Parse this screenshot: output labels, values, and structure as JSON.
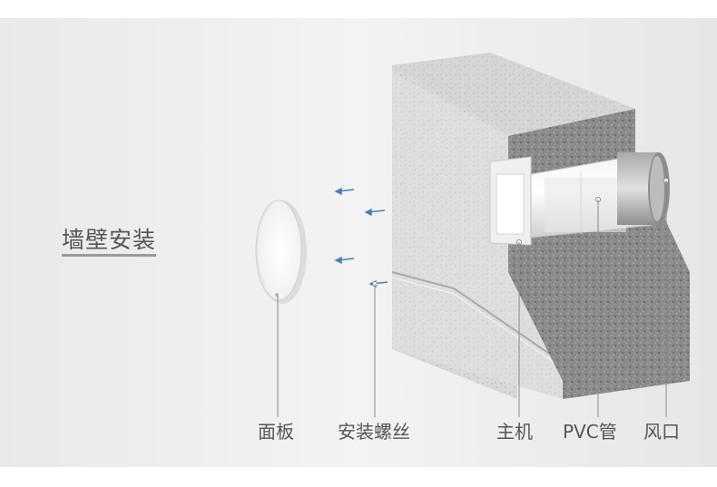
{
  "title": "墙壁安装",
  "labels": {
    "panel": "面板",
    "screws": "安装螺丝",
    "host": "主机",
    "pvc": "PVC管",
    "vent": "风口"
  },
  "icons": [
    "panel-disc",
    "screw-arrow",
    "wall-block",
    "pvc-pipe",
    "vent-cap"
  ]
}
